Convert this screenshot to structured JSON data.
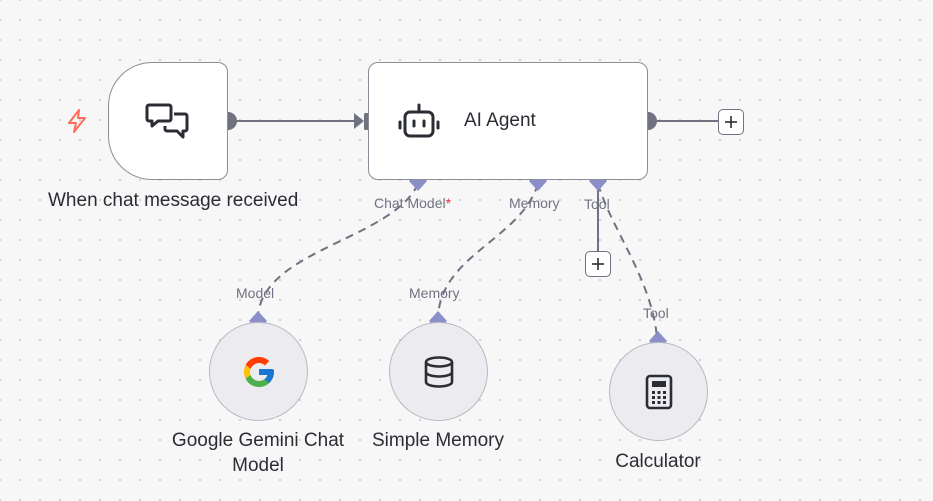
{
  "trigger_node": {
    "label": "When chat message received",
    "icon": "chat-bubbles-icon",
    "trigger_icon": "lightning-bolt-icon",
    "trigger_color": "#ff6d5a"
  },
  "agent_node": {
    "title": "AI Agent",
    "icon": "robot-icon",
    "ports": {
      "chat_model": "Chat Model",
      "chat_model_required": "*",
      "memory": "Memory",
      "tool": "Tool"
    }
  },
  "sub_nodes": {
    "gemini": {
      "label": "Google Gemini Chat Model",
      "port": "Model",
      "icon": "google-icon"
    },
    "memory": {
      "label": "Simple Memory",
      "port": "Memory",
      "icon": "database-icon"
    },
    "calculator": {
      "label": "Calculator",
      "port": "Tool",
      "icon": "calculator-icon"
    }
  },
  "colors": {
    "canvas_background": "#f7f7f8",
    "connection": "#707281",
    "ai_connection": "#8b8fc7",
    "node_border": "#8a8c97",
    "sub_node_fill": "#ebebf0"
  }
}
